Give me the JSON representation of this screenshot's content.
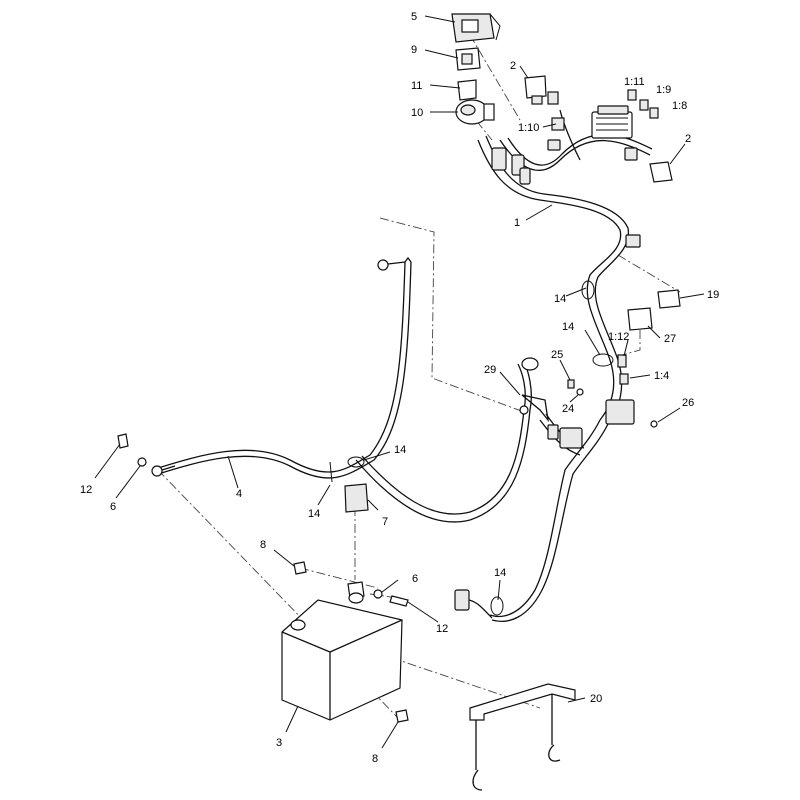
{
  "diagram": {
    "callouts": [
      {
        "id": "c5",
        "label": "5"
      },
      {
        "id": "c9",
        "label": "9"
      },
      {
        "id": "c2a",
        "label": "2"
      },
      {
        "id": "c11",
        "label": "11"
      },
      {
        "id": "c1_11",
        "label": "1:11"
      },
      {
        "id": "c1_9",
        "label": "1:9"
      },
      {
        "id": "c1_8",
        "label": "1:8"
      },
      {
        "id": "c10",
        "label": "10"
      },
      {
        "id": "c1_10",
        "label": "1:10"
      },
      {
        "id": "c2b",
        "label": "2"
      },
      {
        "id": "c1",
        "label": "1"
      },
      {
        "id": "c14a",
        "label": "14"
      },
      {
        "id": "c19",
        "label": "19"
      },
      {
        "id": "c14b",
        "label": "14"
      },
      {
        "id": "c1_12",
        "label": "1:12"
      },
      {
        "id": "c27",
        "label": "27"
      },
      {
        "id": "c25",
        "label": "25"
      },
      {
        "id": "c29",
        "label": "29"
      },
      {
        "id": "c1_4",
        "label": "1:4"
      },
      {
        "id": "c24",
        "label": "24"
      },
      {
        "id": "c26",
        "label": "26"
      },
      {
        "id": "c14c",
        "label": "14"
      },
      {
        "id": "c12a",
        "label": "12"
      },
      {
        "id": "c6a",
        "label": "6"
      },
      {
        "id": "c4",
        "label": "4"
      },
      {
        "id": "c14d",
        "label": "14"
      },
      {
        "id": "c7",
        "label": "7"
      },
      {
        "id": "c8a",
        "label": "8"
      },
      {
        "id": "c14e",
        "label": "14"
      },
      {
        "id": "c6b",
        "label": "6"
      },
      {
        "id": "c12b",
        "label": "12"
      },
      {
        "id": "c20",
        "label": "20"
      },
      {
        "id": "c3",
        "label": "3"
      },
      {
        "id": "c8b",
        "label": "8"
      }
    ]
  }
}
